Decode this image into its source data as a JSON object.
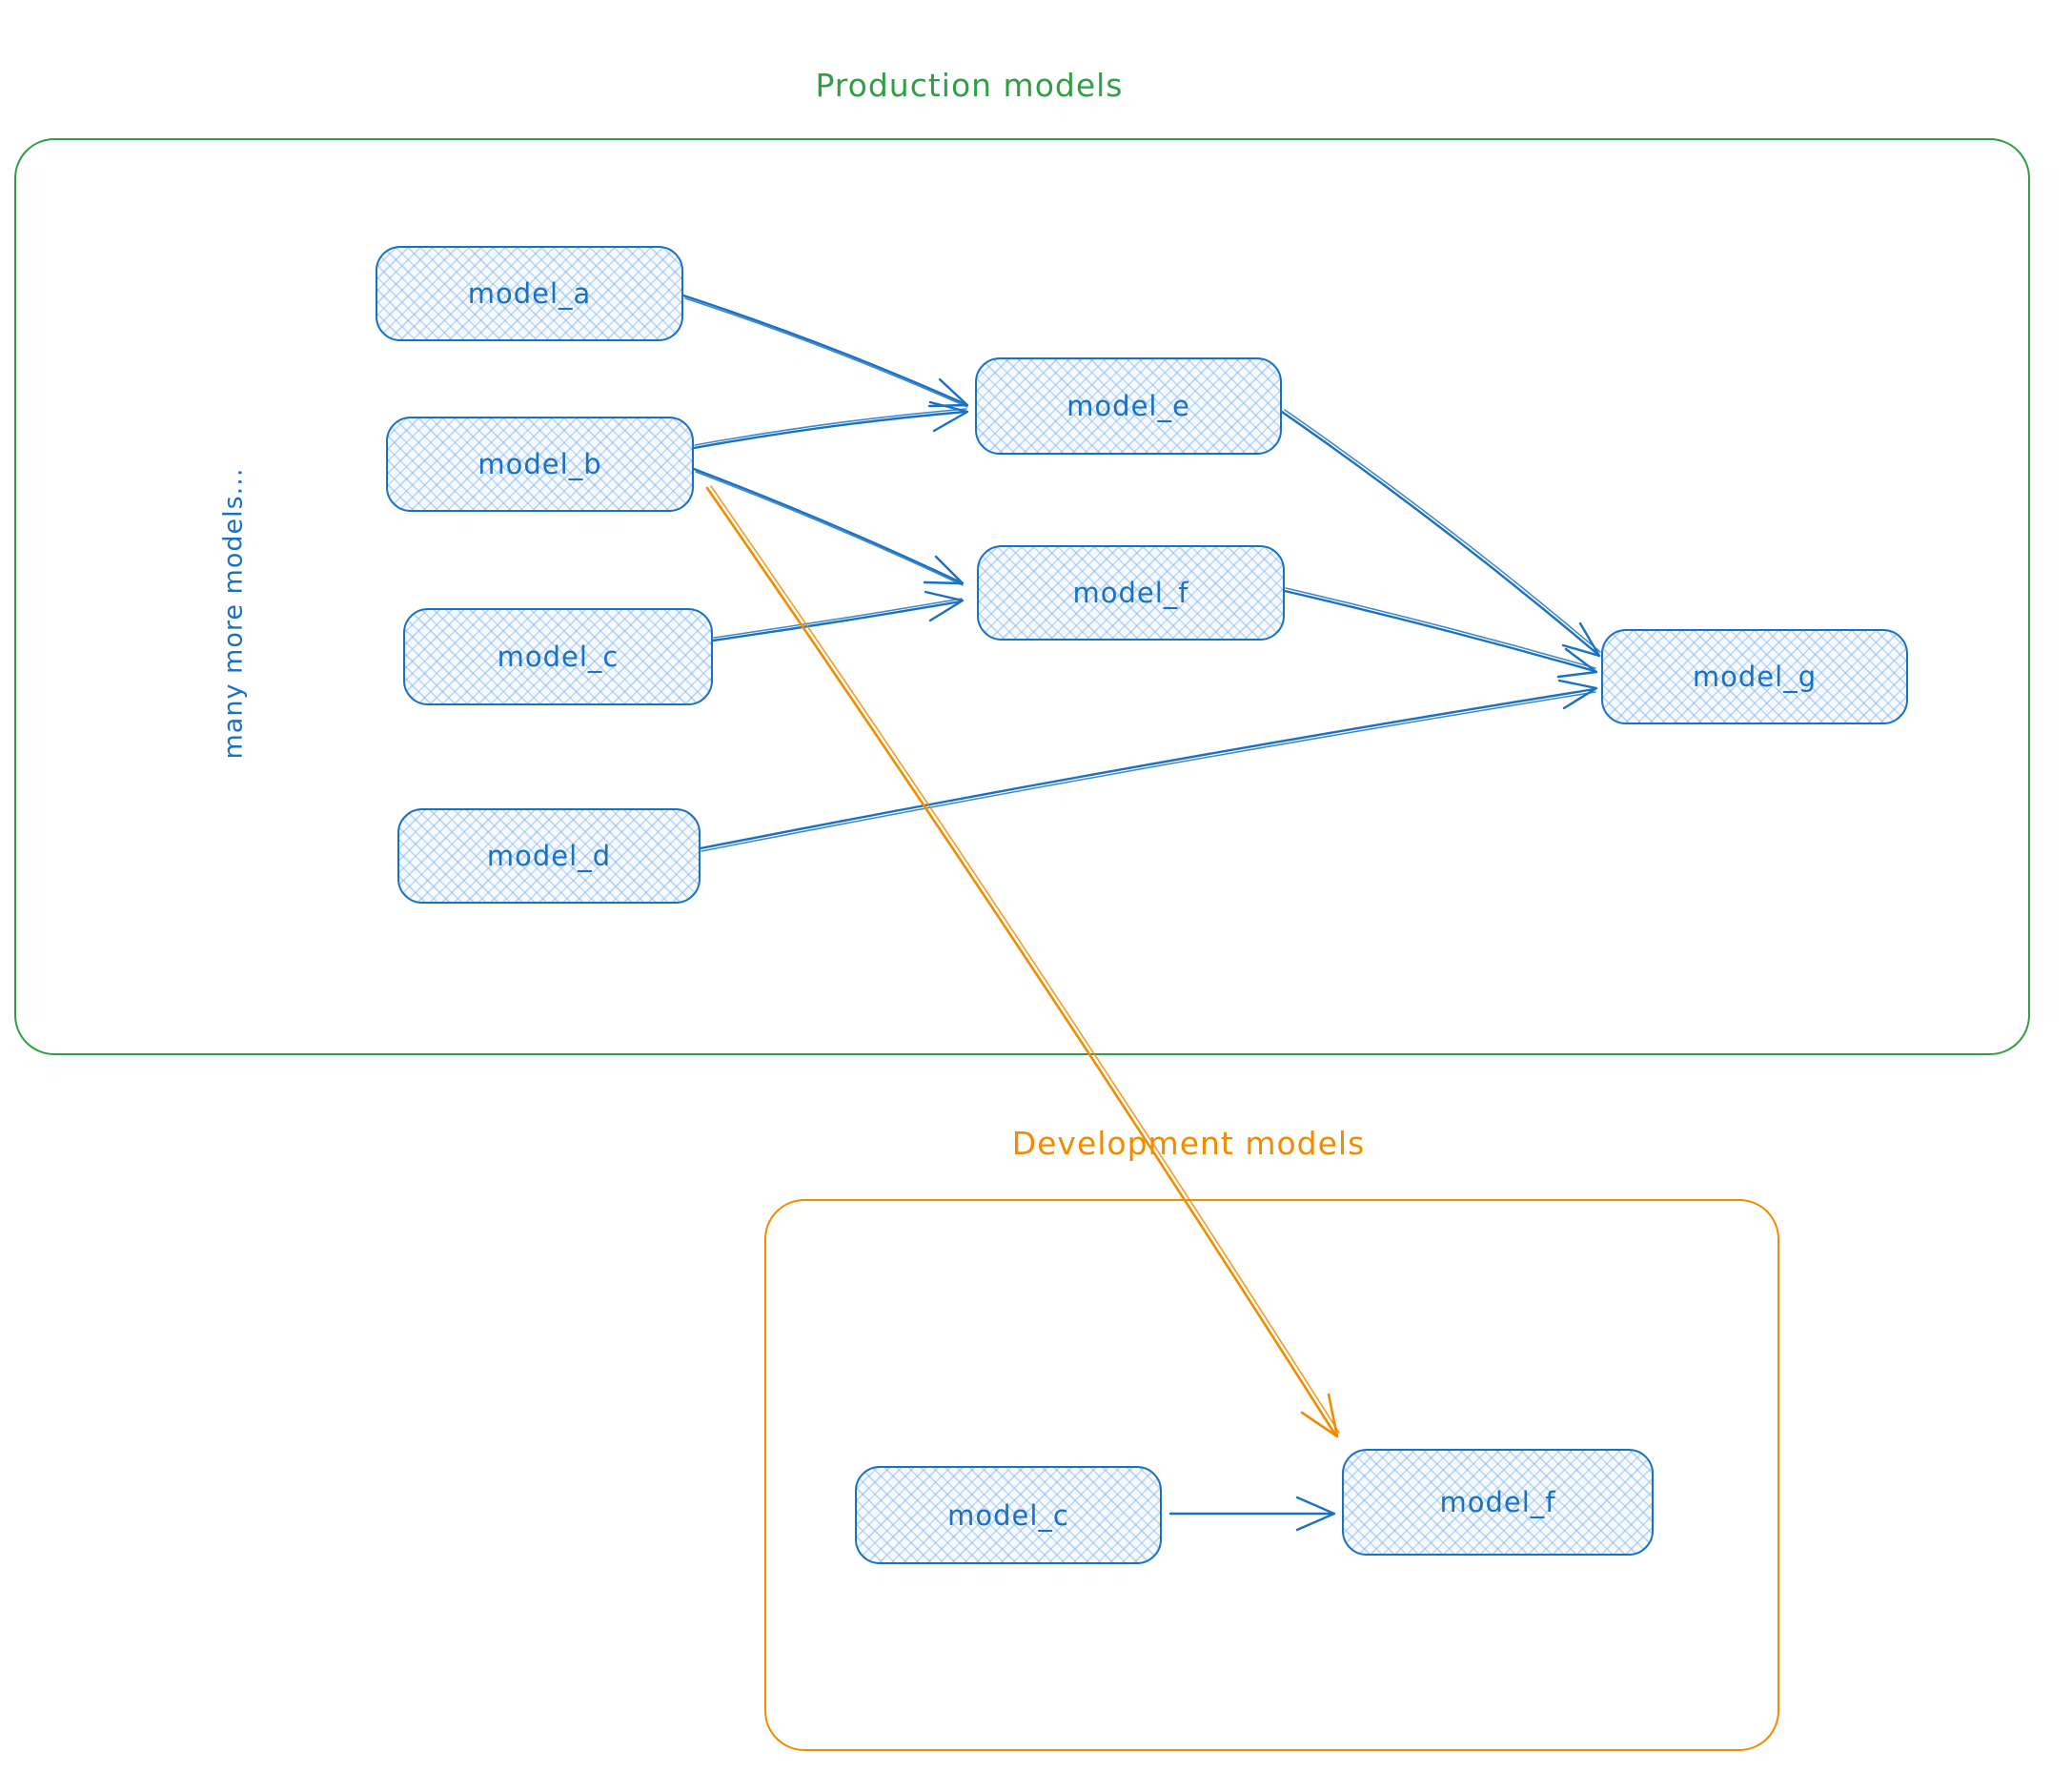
{
  "diagram": {
    "production": {
      "title": "Production models",
      "side_note": "many more models...",
      "nodes": [
        {
          "id": "model_a",
          "label": "model_a"
        },
        {
          "id": "model_b",
          "label": "model_b"
        },
        {
          "id": "model_c",
          "label": "model_c"
        },
        {
          "id": "model_d",
          "label": "model_d"
        },
        {
          "id": "model_e",
          "label": "model_e"
        },
        {
          "id": "model_f",
          "label": "model_f"
        },
        {
          "id": "model_g",
          "label": "model_g"
        }
      ]
    },
    "development": {
      "title": "Development models",
      "nodes": [
        {
          "id": "model_c_dev",
          "label": "model_c"
        },
        {
          "id": "model_f_dev",
          "label": "model_f"
        }
      ]
    },
    "edges": [
      {
        "from": "model_a",
        "to": "model_e",
        "color": "blue"
      },
      {
        "from": "model_b",
        "to": "model_e",
        "color": "blue"
      },
      {
        "from": "model_b",
        "to": "model_f",
        "color": "blue"
      },
      {
        "from": "model_c",
        "to": "model_f",
        "color": "blue"
      },
      {
        "from": "model_e",
        "to": "model_g",
        "color": "blue"
      },
      {
        "from": "model_f",
        "to": "model_g",
        "color": "blue"
      },
      {
        "from": "model_d",
        "to": "model_g",
        "color": "blue"
      },
      {
        "from": "model_b",
        "to": "model_f_dev",
        "color": "orange"
      },
      {
        "from": "model_c_dev",
        "to": "model_f_dev",
        "color": "blue"
      }
    ],
    "colors": {
      "node_stroke": "#1971c2",
      "node_fill_hatch": "#82b4eb",
      "node_text": "#1971c2",
      "production_border": "#2f9e44",
      "production_title": "#2f9e44",
      "development_border": "#f08c00",
      "development_title": "#f08c00",
      "blue_arrow": "#1971c2",
      "orange_arrow": "#f08c00",
      "background": "#ffffff"
    }
  }
}
